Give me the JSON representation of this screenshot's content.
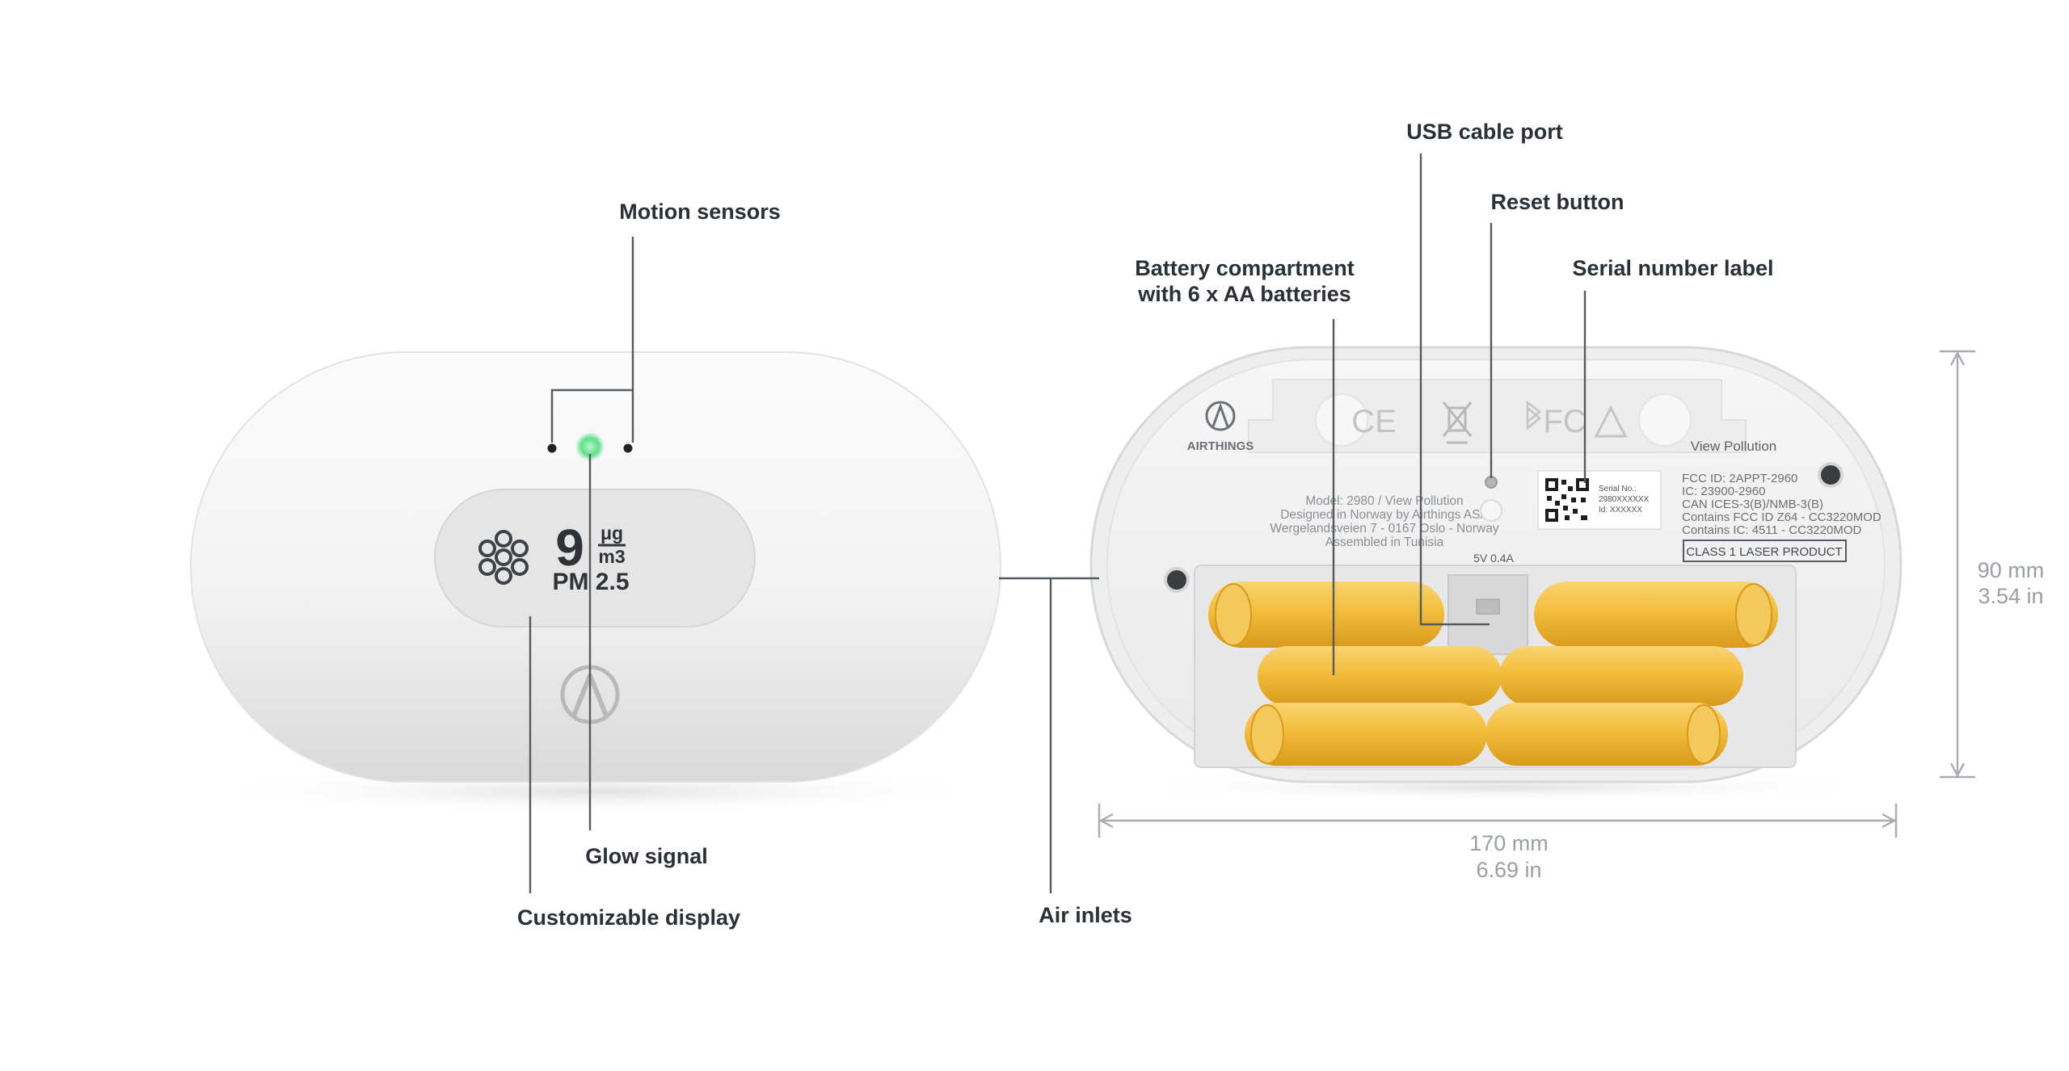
{
  "front": {
    "display_value": "9",
    "unit_top": "μg",
    "unit_bottom": "m3",
    "metric": "PM 2.5"
  },
  "back": {
    "brand": "AIRTHINGS",
    "model_name": "View Pollution",
    "model_block": [
      "Model: 2980 / View Pollution",
      "Designed in Norway by Airthings ASA",
      "Wergelandsveien 7 - 0167 Oslo - Norway",
      "Assembled in Tunisia"
    ],
    "serial_label": [
      "Serial No.:",
      "2980XXXXXX",
      "Id: XXXXXX"
    ],
    "regulatory": [
      "FCC ID: 2APPT-2960",
      "IC: 23900-2960",
      "CAN ICES-3(B)/NMB-3(B)",
      "Contains FCC ID Z64 - CC3220MOD",
      "Contains IC: 4511 - CC3220MOD"
    ],
    "laser_label": "CLASS 1 LASER PRODUCT",
    "power_rating": "5V 0.4A",
    "marks": {
      "ce": "CE",
      "fcc": "FC"
    }
  },
  "callouts": {
    "motion_sensors": "Motion sensors",
    "glow_signal": "Glow signal",
    "customizable_display": "Customizable display",
    "air_inlets": "Air inlets",
    "usb_cable_port": "USB cable port",
    "reset_button": "Reset button",
    "battery_line1": "Battery compartment",
    "battery_line2": "with 6 x AA batteries",
    "serial_number_label": "Serial number label"
  },
  "dimensions": {
    "height_mm": "90 mm",
    "height_in": "3.54 in",
    "width_mm": "170 mm",
    "width_in": "6.69 in"
  },
  "colors": {
    "glow": "#5fe08a",
    "battery": "#f2bd3a",
    "device_shell": "#f4f4f4",
    "display_panel": "#e6e6e6",
    "callout_text": "#2b3038",
    "dimension_text": "#9a9fa4"
  }
}
